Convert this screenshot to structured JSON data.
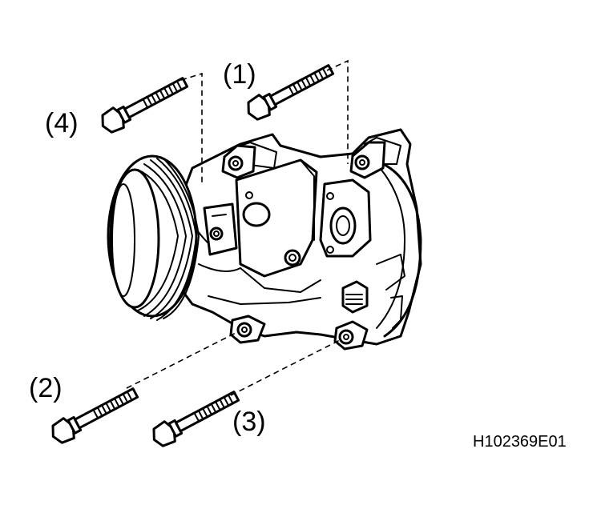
{
  "callouts": {
    "one": "(1)",
    "two": "(2)",
    "three": "(3)",
    "four": "(4)"
  },
  "figure_code": "H102369E01"
}
